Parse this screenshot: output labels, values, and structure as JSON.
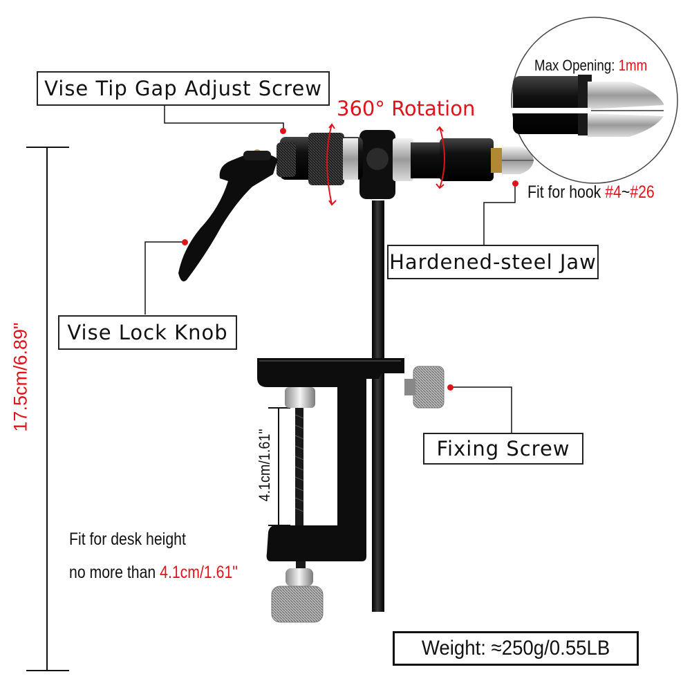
{
  "labels": {
    "tip_gap_screw": "Vise Tip Gap Adjust Screw",
    "rotation": "360° Rotation",
    "max_opening_label": "Max Opening:",
    "max_opening_value": "1mm",
    "fit_hook_prefix": "Fit for hook",
    "fit_hook_range_a": "#4",
    "fit_hook_tilde": "~",
    "fit_hook_range_b": "#26",
    "jaw": "Hardened-steel Jaw",
    "lock_knob": "Vise Lock Knob",
    "fixing_screw": "Fixing Screw",
    "height_dim": "17.5cm/6.89\"",
    "clamp_dim": "4.1cm/1.61\"",
    "desk_line1": "Fit for desk height",
    "desk_line2_prefix": "no more than",
    "desk_line2_value": "4.1cm/1.61\"",
    "weight": "Weight: ≈250g/0.55LB"
  },
  "colors": {
    "accent_red": "#e0131a",
    "metal_black": "#111111",
    "silver": "#c8c8c8",
    "brass": "#c9a24a"
  },
  "icons": [
    "fly-tying-vise-illustration",
    "jaw-closeup-illustration"
  ]
}
